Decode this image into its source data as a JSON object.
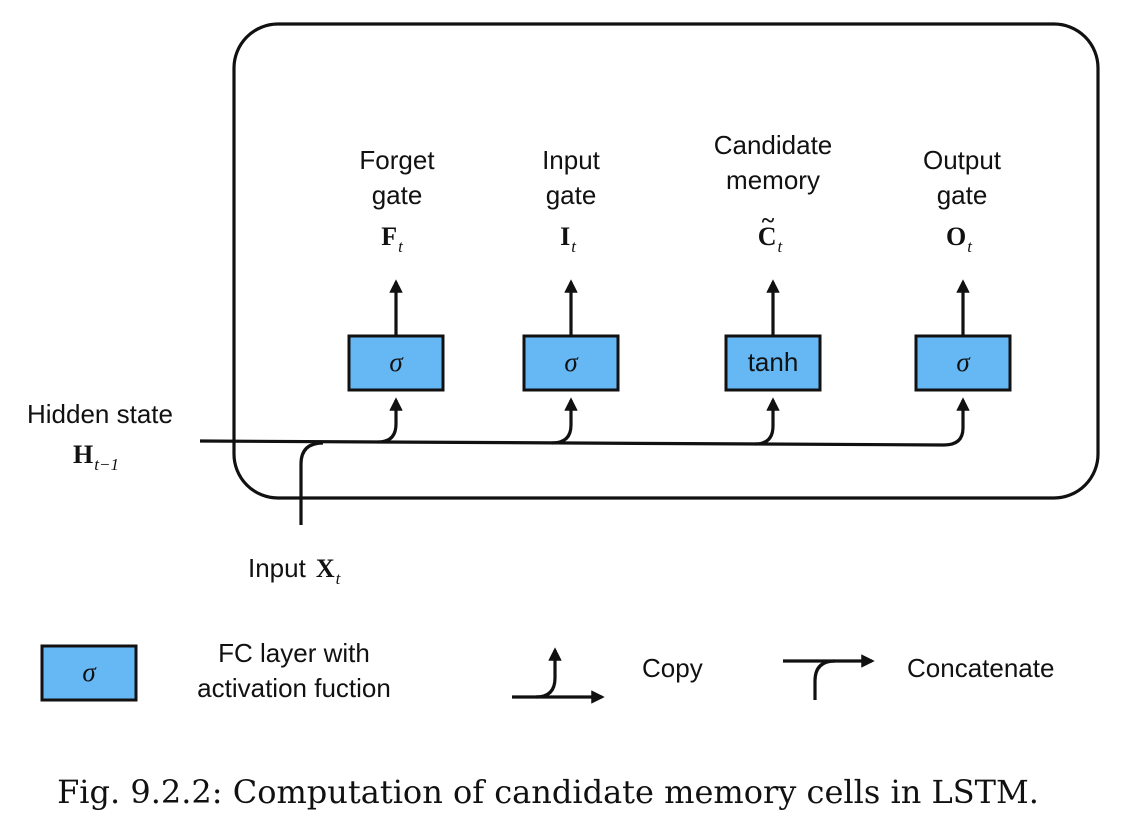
{
  "colors": {
    "fc_box_fill": "#66b8f5",
    "stroke": "#111111",
    "background": "#ffffff"
  },
  "gates": [
    {
      "label_line1": "Forget",
      "label_line2": "gate",
      "symbol": "F",
      "subscript": "t",
      "tilde": false,
      "activation": "σ"
    },
    {
      "label_line1": "Input",
      "label_line2": "gate",
      "symbol": "I",
      "subscript": "t",
      "tilde": false,
      "activation": "σ"
    },
    {
      "label_line1": "Candidate",
      "label_line2": "memory",
      "symbol": "C",
      "subscript": "t",
      "tilde": true,
      "activation": "tanh"
    },
    {
      "label_line1": "Output",
      "label_line2": "gate",
      "symbol": "O",
      "subscript": "t",
      "tilde": false,
      "activation": "σ"
    }
  ],
  "hidden_state": {
    "label": "Hidden state",
    "symbol": "H",
    "subscript": "t−1"
  },
  "input": {
    "label": "Input",
    "symbol": "X",
    "subscript": "t"
  },
  "legend": {
    "fc_symbol": "σ",
    "fc_label_line1": "FC layer with",
    "fc_label_line2": "activation fuction",
    "copy_label": "Copy",
    "concat_label": "Concatenate"
  },
  "caption": "Fig. 9.2.2: Computation of candidate memory cells in LSTM."
}
